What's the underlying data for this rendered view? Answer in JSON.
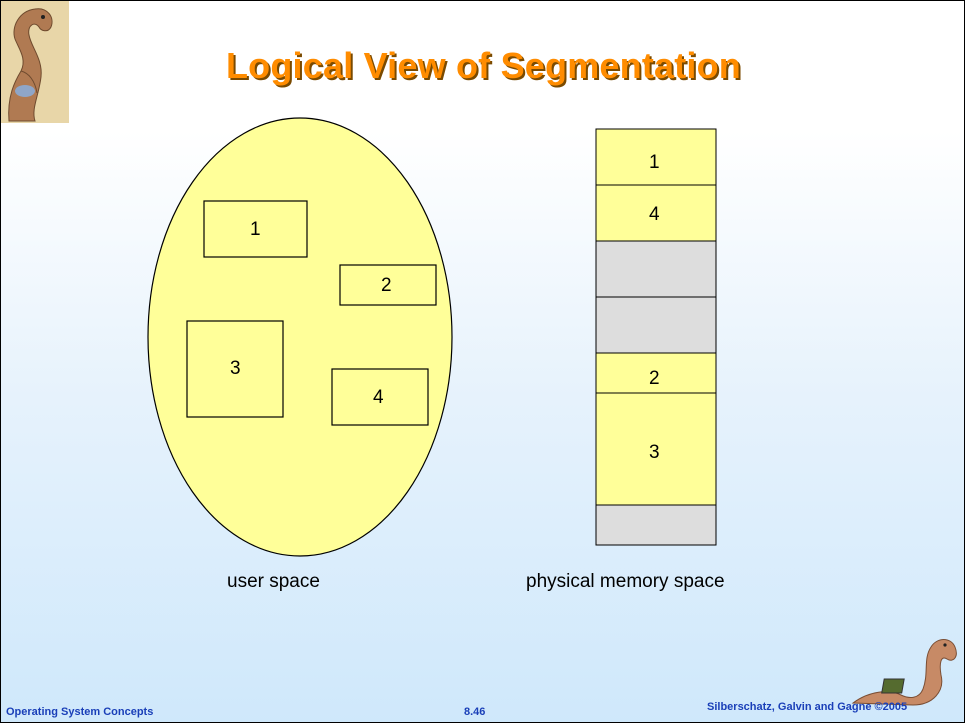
{
  "title": "Logical View of Segmentation",
  "user_space": {
    "label": "user space",
    "segments": [
      "1",
      "2",
      "3",
      "4"
    ]
  },
  "physical_memory": {
    "label": "physical memory space",
    "blocks": [
      "1",
      "4",
      "",
      "",
      "2",
      "3",
      ""
    ]
  },
  "footer": {
    "left": "Operating System Concepts",
    "center": "8.46",
    "right": "Silberschatz, Galvin and Gagne ©2005"
  },
  "colors": {
    "segment_fill": "#ffff99",
    "free_fill": "#dddddd",
    "title": "#ff8c00",
    "footer_text": "#1a3fb8"
  },
  "icons": [
    "dinosaur-logo-icon",
    "dinosaur-laptop-icon"
  ]
}
